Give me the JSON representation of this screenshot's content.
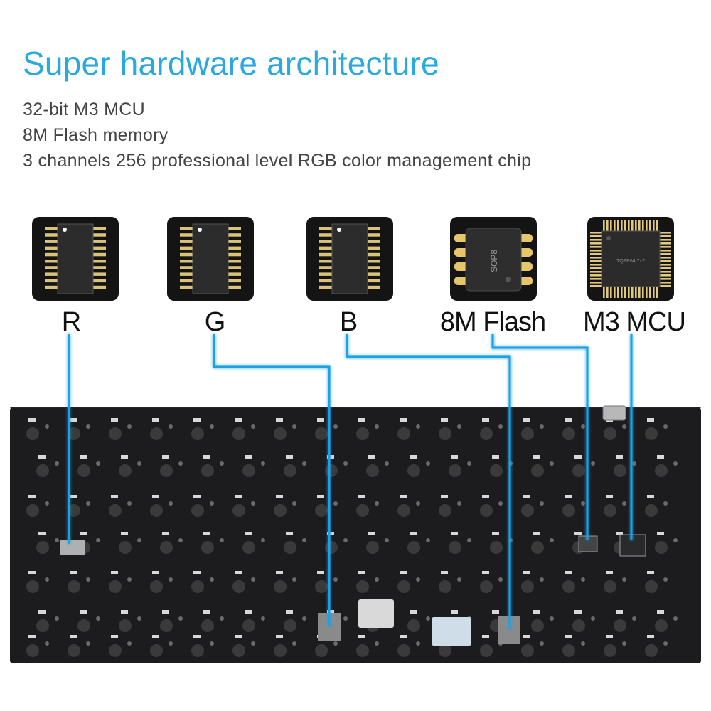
{
  "header": {
    "title": "Super hardware architecture",
    "specs": [
      "32-bit M3 MCU",
      "8M Flash memory",
      "3 channels 256 professional level RGB color management chip"
    ]
  },
  "chips": [
    {
      "label": "R",
      "icon": "soic-chip-icon"
    },
    {
      "label": "G",
      "icon": "soic-chip-icon"
    },
    {
      "label": "B",
      "icon": "soic-chip-icon"
    },
    {
      "label": "8M Flash",
      "icon": "sop8-chip-icon",
      "marking": "SOP8"
    },
    {
      "label": "M3 MCU",
      "icon": "tqfp-chip-icon",
      "marking": "TQFP64 7x7"
    }
  ],
  "colors": {
    "title": "#2aa8e0",
    "line": "#1aa0e6",
    "pcb": "#1c1c1e",
    "tile": "#141414"
  }
}
